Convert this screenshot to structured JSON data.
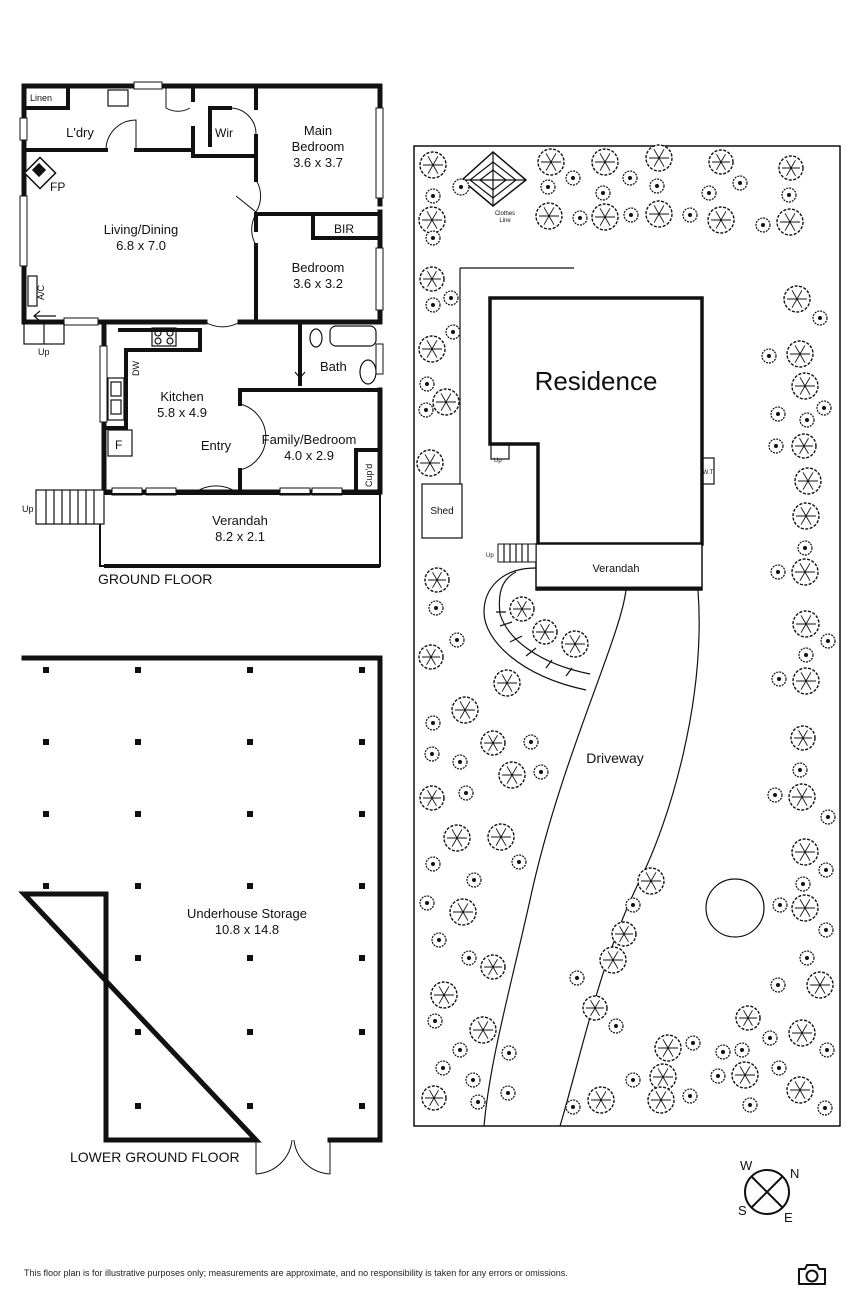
{
  "ground_floor": {
    "title": "GROUND FLOOR",
    "rooms": {
      "linen": "Linen",
      "laundry": "L'dry",
      "fireplace": "FP",
      "wir": "Wir",
      "main_bedroom_name_1": "Main",
      "main_bedroom_name_2": "Bedroom",
      "main_bedroom_size": "3.6 x 3.7",
      "living_name": "Living/Dining",
      "living_size": "6.8 x 7.0",
      "bir": "BIR",
      "bedroom_name": "Bedroom",
      "bedroom_size": "3.6 x 3.2",
      "ac": "A/C",
      "up_left": "Up",
      "dw": "DW",
      "kitchen_name": "Kitchen",
      "kitchen_size": "5.8 x 4.9",
      "bath": "Bath",
      "fridge": "F",
      "entry": "Entry",
      "family_name": "Family/Bedroom",
      "family_size": "4.0 x 2.9",
      "cupboard": "Cup'd",
      "up_verandah": "Up",
      "verandah_name": "Verandah",
      "verandah_size": "8.2 x 2.1"
    }
  },
  "lower_ground_floor": {
    "title": "LOWER GROUND FLOOR",
    "storage_name": "Underhouse Storage",
    "storage_size": "10.8 x 14.8"
  },
  "site_plan": {
    "clothes_line_1": "Clothes",
    "clothes_line_2": "Line",
    "residence": "Residence",
    "shed": "Shed",
    "up": "Up",
    "water_tank": "W.T",
    "verandah": "Verandah",
    "driveway": "Driveway"
  },
  "compass": {
    "w": "W",
    "n": "N",
    "s": "S",
    "e": "E"
  },
  "disclaimer": "This floor plan is for illustrative purposes only; measurements are approximate, and no responsibility is taken for any errors or omissions.",
  "icons": [
    "tree-icon",
    "camera-icon",
    "compass-icon",
    "stair-icon",
    "door-swing-icon",
    "window-icon"
  ]
}
